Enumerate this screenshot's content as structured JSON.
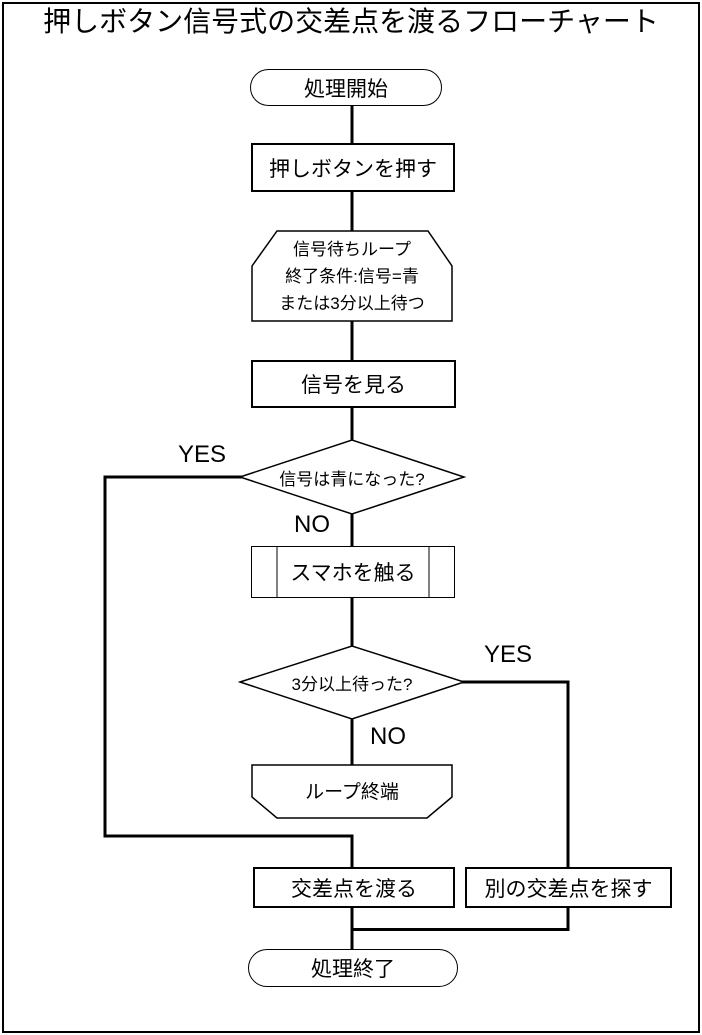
{
  "title": "押しボタン信号式の交差点を渡るフローチャート",
  "flowchart": {
    "start": "処理開始",
    "press_button": "押しボタンを押す",
    "loop_start": {
      "line1": "信号待ちループ",
      "line2": "終了条件:信号=青",
      "line3": "または3分以上待つ"
    },
    "look_signal": "信号を見る",
    "decision_signal": "信号は青になった?",
    "decision_signal_yes": "YES",
    "decision_signal_no": "NO",
    "touch_phone": "スマホを触る",
    "decision_wait": "3分以上待った?",
    "decision_wait_yes": "YES",
    "decision_wait_no": "NO",
    "loop_end": "ループ終端",
    "cross_intersection": "交差点を渡る",
    "find_another": "別の交差点を探す",
    "end": "処理終了"
  },
  "colors": {
    "line": "#000000",
    "shape_fill": "#ffffff",
    "predef_inner_bar": "#808080",
    "background": "#ffffff"
  }
}
